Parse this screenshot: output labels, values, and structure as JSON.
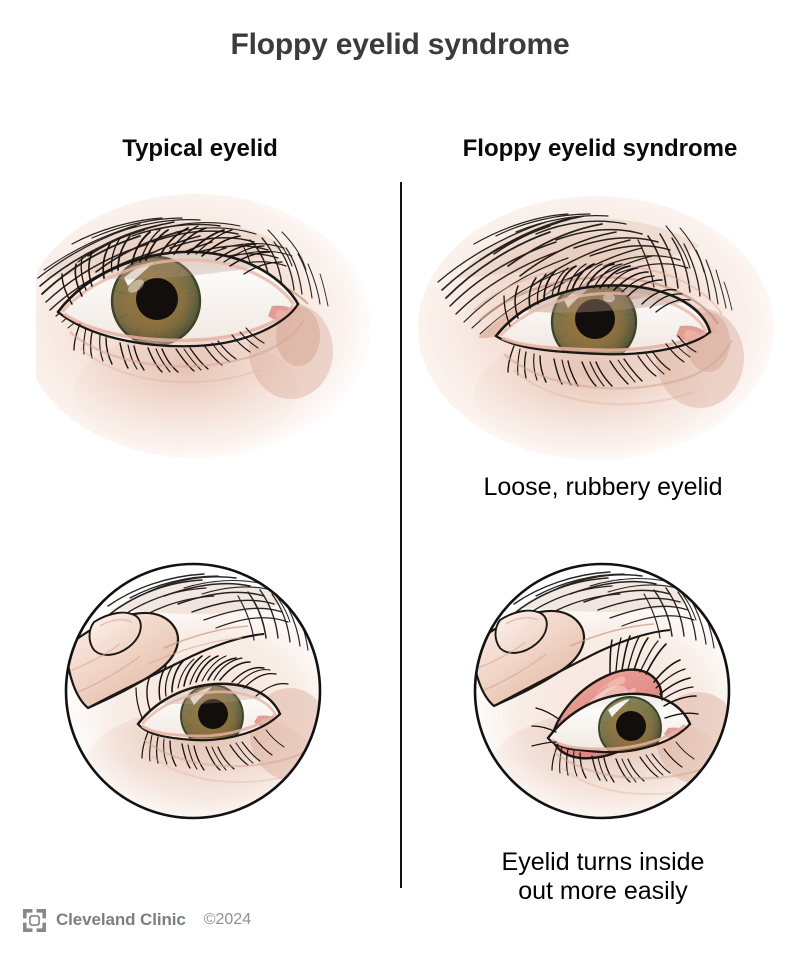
{
  "title": "Floppy eyelid syndrome",
  "columns": {
    "left_header": "Typical eyelid",
    "right_header": "Floppy eyelid syndrome"
  },
  "captions": {
    "loose": "Loose, rubbery eyelid",
    "evert_line1": "Eyelid turns inside",
    "evert_line2": "out more easily"
  },
  "footer": {
    "brand": "Cleveland Clinic",
    "copyright": "©2024",
    "logo_icon": "cleveland-clinic-logo-icon"
  },
  "illustrations": {
    "eye_normal": {
      "name": "typical-eyelid-illustration",
      "description": "Frontal view of a typical open eye with eyebrow, upper and lower lashes, hazel iris and dark pupil"
    },
    "eye_floppy": {
      "name": "floppy-eyelid-illustration",
      "description": "Frontal view of an eye with floppy eyelid syndrome, lax droopy upper lid riding high over the hazel iris"
    },
    "inset_normal": {
      "name": "typical-eyelid-lift-inset",
      "description": "Circular inset: a fingertip lifts the upper eyelid of a typical eye and the lid stays in place"
    },
    "inset_floppy": {
      "name": "floppy-eyelid-eversion-inset",
      "description": "Circular inset: a fingertip lifts the lax eyelid which everts, exposing the pink inner conjunctival surface"
    }
  },
  "colors": {
    "title_text": "#3b3b3b",
    "header_text": "#0a0a0a",
    "caption_text": "#000000",
    "divider": "#111111",
    "brand_gray": "#7b7f86",
    "skin_light": "#f7e7e0",
    "skin_mid": "#f0d5c8",
    "skin_shadow": "#dcb7a6",
    "iris_green": "#8a9272",
    "iris_brown": "#8a6a3c",
    "pupil": "#120e0c",
    "sclera": "#fdfdfb",
    "conjunctiva_pink": "#e2938f",
    "lid_line": "#1a1412"
  }
}
